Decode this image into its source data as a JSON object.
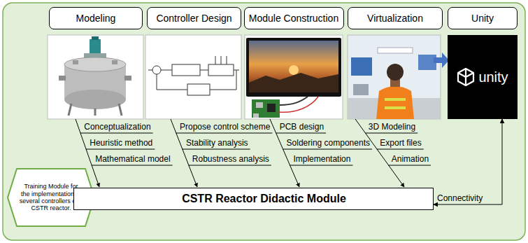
{
  "diagram": {
    "nodes": [
      {
        "text": [
          "Modeling"
        ]
      },
      {
        "text": [
          "Controller Design"
        ]
      },
      {
        "text": [
          "Module Construction"
        ]
      },
      {
        "text": [
          "Virtualization"
        ]
      },
      {
        "text": [
          "Unity"
        ]
      },
      {
        "text": [
          "unity"
        ]
      },
      {
        "text": [
          "Training Module for the implementation of several controllers of a CSTR reactor."
        ]
      },
      {
        "text": [
          "CSTR Reactor Didactic Module"
        ]
      }
    ],
    "edges": [
      {
        "from": 7,
        "to": 5,
        "label": "Connectivity",
        "arrow": "both"
      }
    ],
    "labels": [
      "Conceptualization",
      "Heuristic method",
      "Mathematical model",
      "Propose control scheme",
      "Stability analysis",
      "Robustness analysis",
      "PCB design",
      "Soldering components",
      "Implementation",
      "3D Modeling",
      "Export files",
      "Animation"
    ]
  }
}
